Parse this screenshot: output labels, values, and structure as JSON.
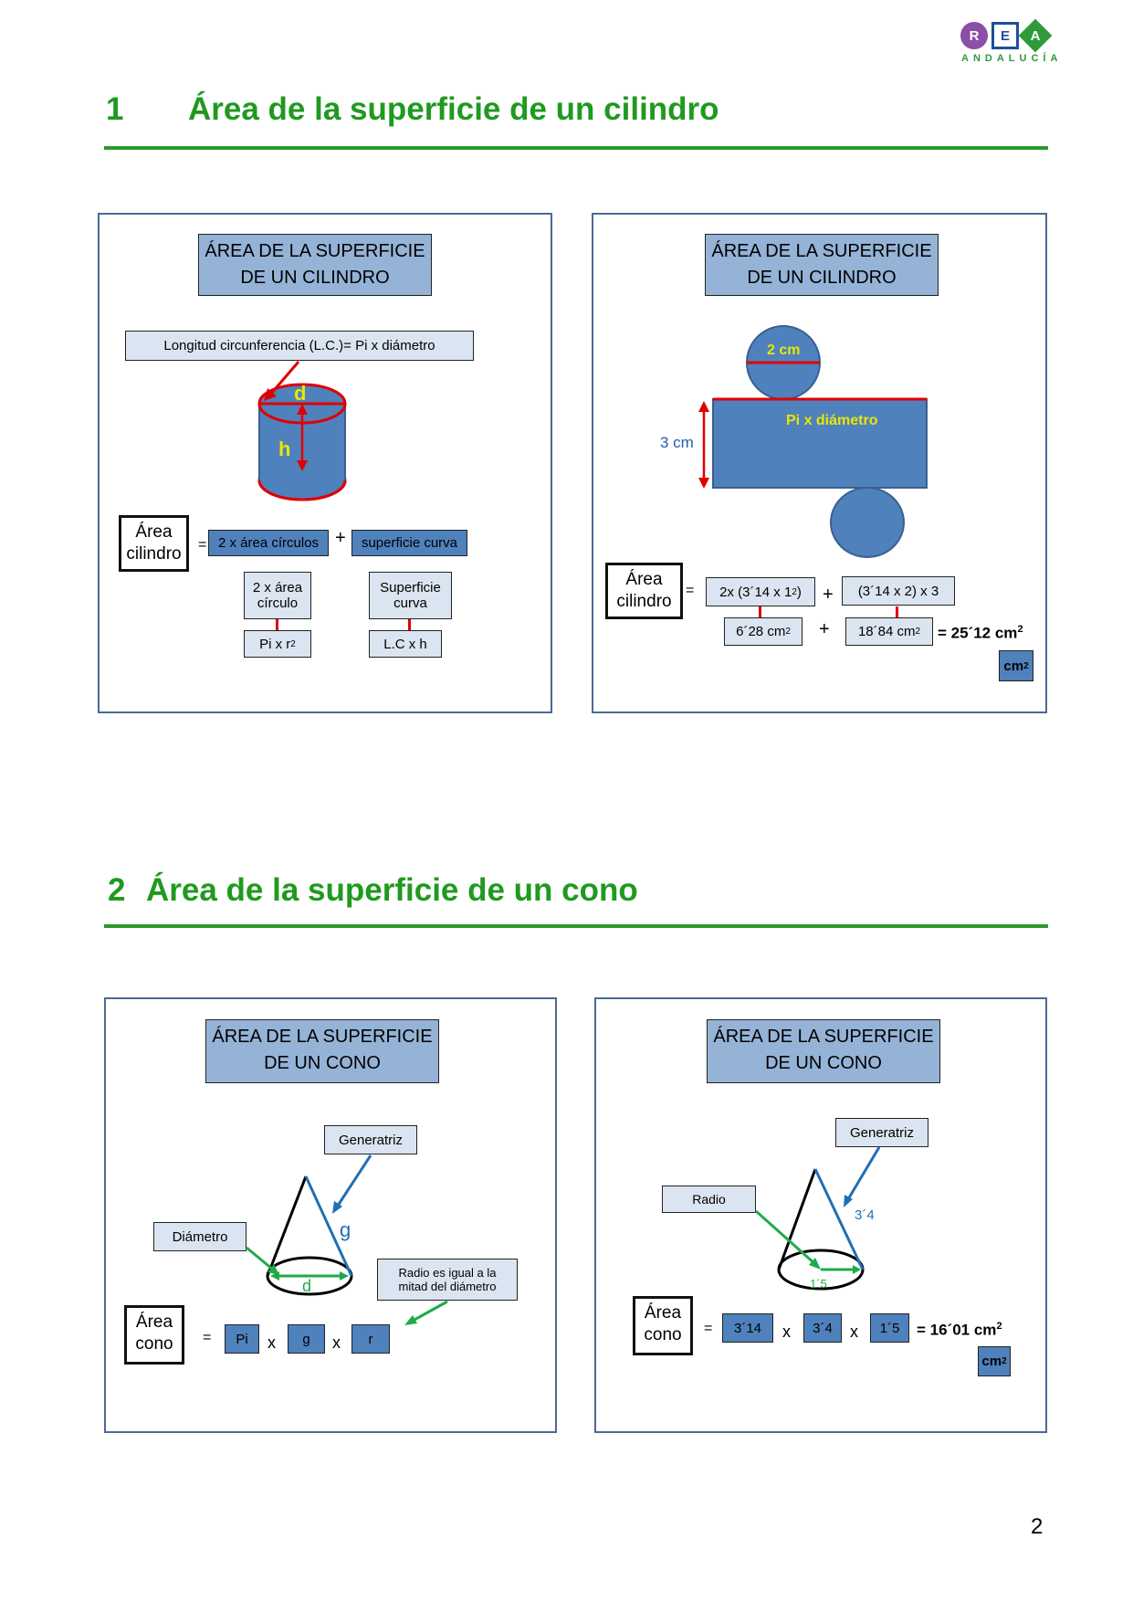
{
  "logo": {
    "r": "R",
    "e": "E",
    "a": "A",
    "sub": "ANDALUCÍA"
  },
  "section1": {
    "number": "1",
    "title": "Área de la superficie de un cilindro"
  },
  "section2": {
    "number": "2",
    "title": "Área de la superficie de un cono"
  },
  "slide1": {
    "title_l1": "ÁREA DE LA SUPERFICIE",
    "title_l2": "DE UN CILINDRO",
    "lc_label": "Longitud  circunferencia (L.C.)= Pi  x  diámetro",
    "d": "d",
    "h": "h",
    "area_l1": "Área",
    "area_l2": "cilindro",
    "eq": "=",
    "plus": "+",
    "circles": "2 x área círculos",
    "curve": "superficie curva",
    "circle2_l1": "2 x área",
    "circle2_l2": "círculo",
    "curve2_l1": "Superficie",
    "curve2_l2": "curva",
    "pi_r": "Pi  x  r",
    "lc_h": "L.C   x   h"
  },
  "slide2": {
    "title_l1": "ÁREA DE LA SUPERFICIE",
    "title_l2": "DE UN CILINDRO",
    "diam": "2 cm",
    "pi_d": "Pi  x  diámetro",
    "height": "3 cm",
    "area_l1": "Área",
    "area_l2": "cilindro",
    "eq": "=",
    "plus": "+",
    "expr1": "2x (3´14 x 1",
    "expr2": "(3´14  x 2) x 3",
    "res1": "6´28 cm",
    "res2": "18´84 cm",
    "total": "=  25´12 cm",
    "unit": "cm"
  },
  "slide3": {
    "title_l1": "ÁREA DE LA SUPERFICIE",
    "title_l2": "DE UN CONO",
    "generatriz": "Generatriz",
    "diametro": "Diámetro",
    "g": "g",
    "d": "d",
    "radio_l1": "Radio es igual a la",
    "radio_l2": "mitad del diámetro",
    "area_l1": "Área",
    "area_l2": "cono",
    "eq": "=",
    "pi": "Pi",
    "x": "x",
    "gbox": "g",
    "r": "r"
  },
  "slide4": {
    "title_l1": "ÁREA DE LA SUPERFICIE",
    "title_l2": "DE UN CONO",
    "generatriz": "Generatriz",
    "radio": "Radio",
    "g_val": "3´4",
    "r_val": "1´5",
    "area_l1": "Área",
    "area_l2": "cono",
    "eq": "=",
    "v1": "3´14",
    "x": "x",
    "v2": "3´4",
    "v3": "1´5",
    "total": "= 16´01 cm",
    "unit": "cm"
  },
  "page_number": "2"
}
